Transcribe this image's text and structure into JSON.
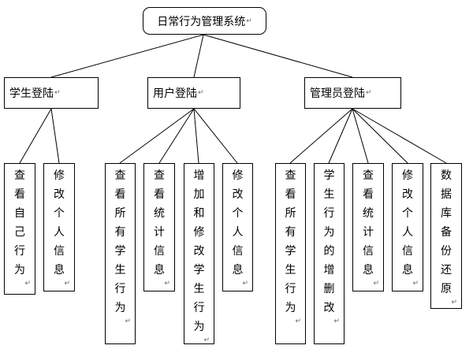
{
  "root": {
    "label": "日常行为管理系统"
  },
  "branches": [
    {
      "label": "学生登陆",
      "children": [
        "查看自己行为",
        "修改个人信息"
      ]
    },
    {
      "label": "用户登陆",
      "children": [
        "查看所有学生行为",
        "查看统计信息",
        "增加和修改学生行为",
        "修改个人信息"
      ]
    },
    {
      "label": "管理员登陆",
      "children": [
        "查看所有学生行为",
        "学生行为的增删改",
        "查看统计信息",
        "修改个人信息",
        "数据库备份还原"
      ]
    }
  ],
  "return_mark": "↵",
  "colors": {
    "stroke": "#000000",
    "fill": "#ffffff",
    "return_mark": "#666666"
  }
}
